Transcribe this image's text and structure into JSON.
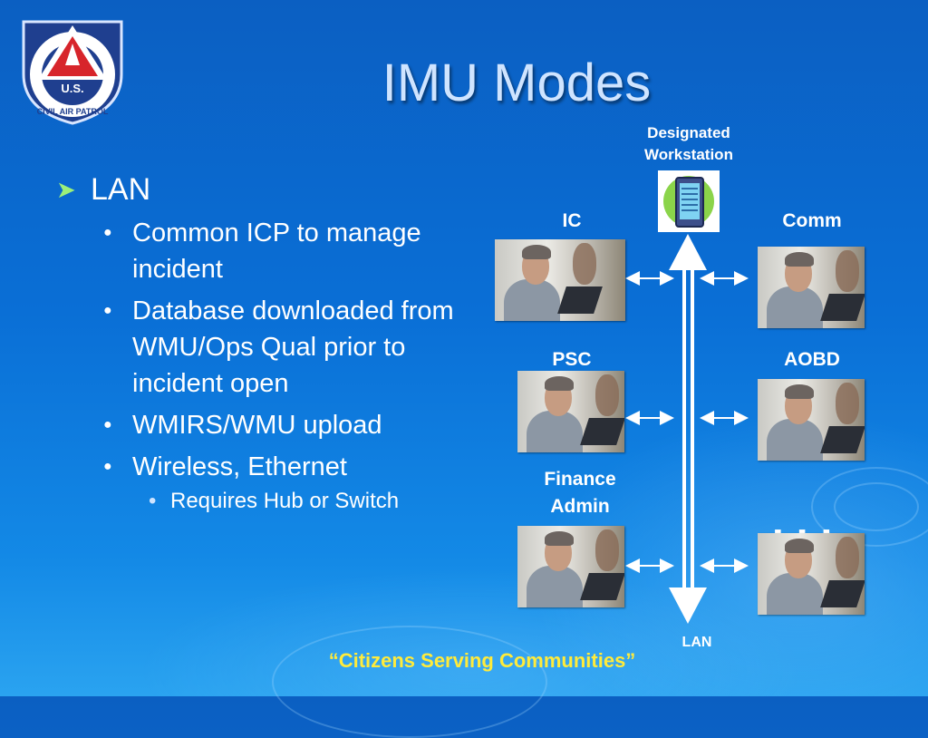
{
  "slide": {
    "title": "IMU Modes",
    "footer": "“Citizens Serving Communities”"
  },
  "logo": {
    "center_text": "U.S.",
    "ring_text": "CIVIL AIR PATROL",
    "colors": {
      "shield": "#1f3f8f",
      "triangle": "#d7252b",
      "ring": "#ffffff"
    }
  },
  "bullets": {
    "level1": "LAN",
    "level2": [
      "Common ICP to manage incident",
      "Database downloaded from WMU/Ops Qual prior to incident open",
      "WMIRS/WMU upload",
      "Wireless, Ethernet"
    ],
    "level3": "Requires Hub or Switch",
    "icons": {
      "level1": "arrow-bullet",
      "level2": "dot",
      "level3": "dot"
    }
  },
  "diagram": {
    "workstation_label": "Designated Workstation",
    "nodes_left": [
      "IC",
      "PSC",
      "Finance Admin"
    ],
    "nodes_right": [
      "Comm",
      "AOBD"
    ],
    "ellipsis": "...",
    "bus_label": "LAN",
    "colors": {
      "bus": "#ffffff",
      "link": "#ffffff",
      "footer": "#ffeb3b"
    }
  }
}
